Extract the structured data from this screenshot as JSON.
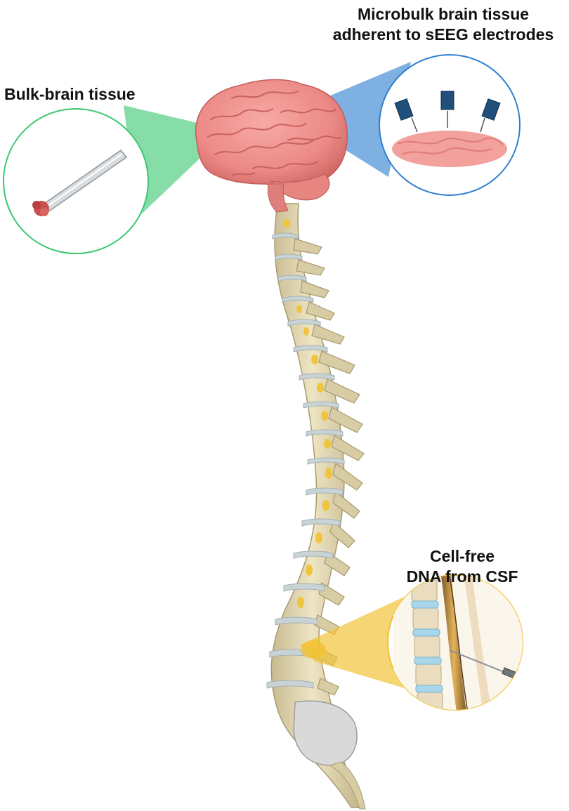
{
  "labels": {
    "bulk": [
      "Bulk-brain tissue"
    ],
    "microbulk": [
      "Microbulk brain tissue",
      "adherent to sEEG electrodes"
    ],
    "csf": [
      "Cell-free",
      "DNA from CSF"
    ]
  },
  "colors": {
    "bulk_accent": "#3cc873",
    "microbulk_accent": "#2e7fd0",
    "csf_accent": "#f2c232",
    "brain": "#ef8f8c",
    "brain_dark": "#c9615f",
    "bone": "#ddd2ad",
    "bone_dark": "#b9ac84",
    "disc": "#c9d3d6",
    "spinal_cord": "#f0c43c"
  },
  "icons": {
    "bulk_callout": "forceps-tissue-sample-icon",
    "microbulk_callout": "seeg-electrodes-icon",
    "csf_callout": "lumbar-puncture-needle-icon"
  }
}
